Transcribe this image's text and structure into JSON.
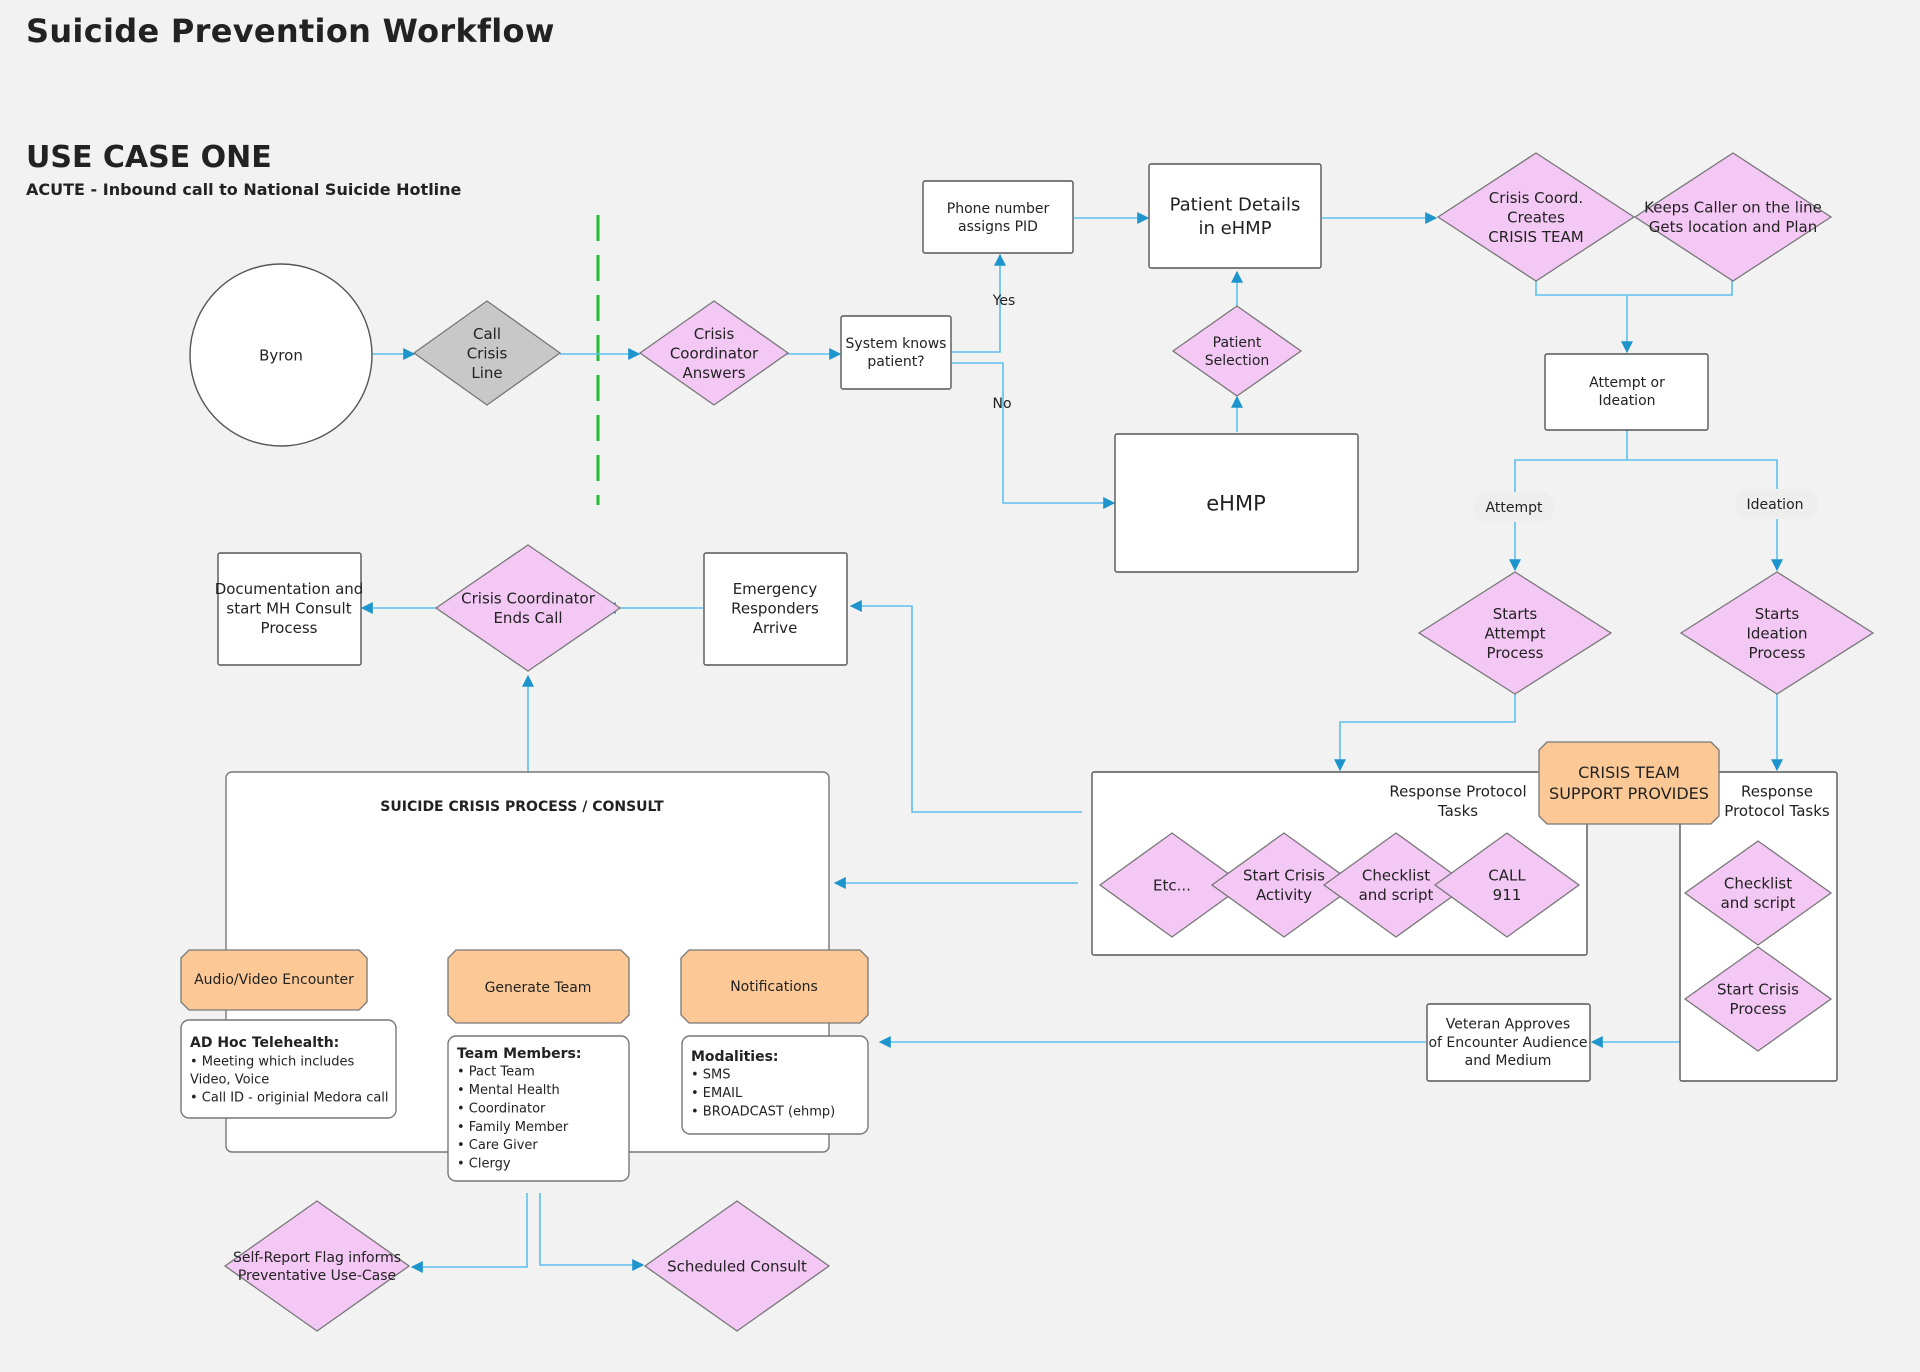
{
  "page": {
    "title": "Suicide Prevention Workflow",
    "use_case": "USE CASE ONE",
    "use_case_subtitle": "ACUTE - Inbound call to National Suicide Hotline"
  },
  "colors": {
    "background": "#f2f2f2",
    "decision_pink": "#f4c8f5",
    "gateway_gray": "#c8c8c8",
    "activity_orange": "#fcc996",
    "flow_blue": "#5cc0ee",
    "arrow_blue": "#1d95cc",
    "loop_green": "#22c439",
    "divider_green": "#1fbe35"
  },
  "nodes": {
    "byron": "Byron",
    "call_crisis_line": [
      "Call",
      "Crisis",
      "Line"
    ],
    "crisis_coordinator_answers": [
      "Crisis",
      "Coordinator",
      "Answers"
    ],
    "system_knows_patient": [
      "System knows",
      "patient?"
    ],
    "phone_number_pid": [
      "Phone number",
      "assigns PID"
    ],
    "patient_details": [
      "Patient Details",
      "in eHMP"
    ],
    "patient_selection": [
      "Patient",
      "Selection"
    ],
    "ehmp": "eHMP",
    "crisis_coord_creates_team": [
      "Crisis Coord.",
      "Creates",
      "CRISIS TEAM"
    ],
    "keeps_caller": [
      "Keeps Caller on the line",
      "Gets location and Plan"
    ],
    "attempt_or_ideation": [
      "Attempt or",
      "Ideation"
    ],
    "starts_attempt": [
      "Starts",
      "Attempt",
      "Process"
    ],
    "starts_ideation": [
      "Starts",
      "Ideation",
      "Process"
    ],
    "response_protocol_tasks_left": [
      "Response Protocol",
      "Tasks"
    ],
    "crisis_team_support": [
      "CRISIS TEAM",
      "SUPPORT PROVIDES"
    ],
    "response_protocol_tasks_right": [
      "Response",
      "Protocol Tasks"
    ],
    "etc": "Etc...",
    "start_crisis_activity": [
      "Start Crisis",
      "Activity"
    ],
    "checklist_left": [
      "Checklist",
      "and script"
    ],
    "call_911": [
      "CALL",
      "911"
    ],
    "checklist_right": [
      "Checklist",
      "and script"
    ],
    "start_crisis_process": [
      "Start Crisis",
      "Process"
    ],
    "veteran_approves": [
      "Veteran Approves",
      "of Encounter Audience",
      "and Medium"
    ],
    "emergency_responders": [
      "Emergency",
      "Responders",
      "Arrive"
    ],
    "crisis_coordinator_ends": [
      "Crisis Coordinator",
      "Ends Call"
    ],
    "documentation": [
      "Documentation and",
      "start MH Consult",
      "Process"
    ],
    "consult_title": "SUICIDE CRISIS PROCESS / CONSULT",
    "audio_video": "Audio/Video Encounter",
    "generate_team": "Generate Team",
    "notifications": "Notifications",
    "adhoc_title": "AD Hoc Telehealth:",
    "adhoc_lines": [
      "• Meeting which includes",
      "Video, Voice",
      "• Call ID - originial Medora call"
    ],
    "team_title": "Team Members:",
    "team_lines": [
      "• Pact Team",
      "• Mental Health",
      "• Coordinator",
      "• Family Member",
      "• Care Giver",
      "• Clergy"
    ],
    "modalities_title": "Modalities:",
    "modalities_lines": [
      "• SMS",
      "• EMAIL",
      "• BROADCAST (ehmp)"
    ],
    "self_report": [
      "Self-Report Flag informs",
      "Preventative Use-Case"
    ],
    "scheduled_consult": "Scheduled Consult"
  },
  "edge_labels": {
    "yes": "Yes",
    "no": "No",
    "attempt": "Attempt",
    "ideation": "Ideation"
  }
}
